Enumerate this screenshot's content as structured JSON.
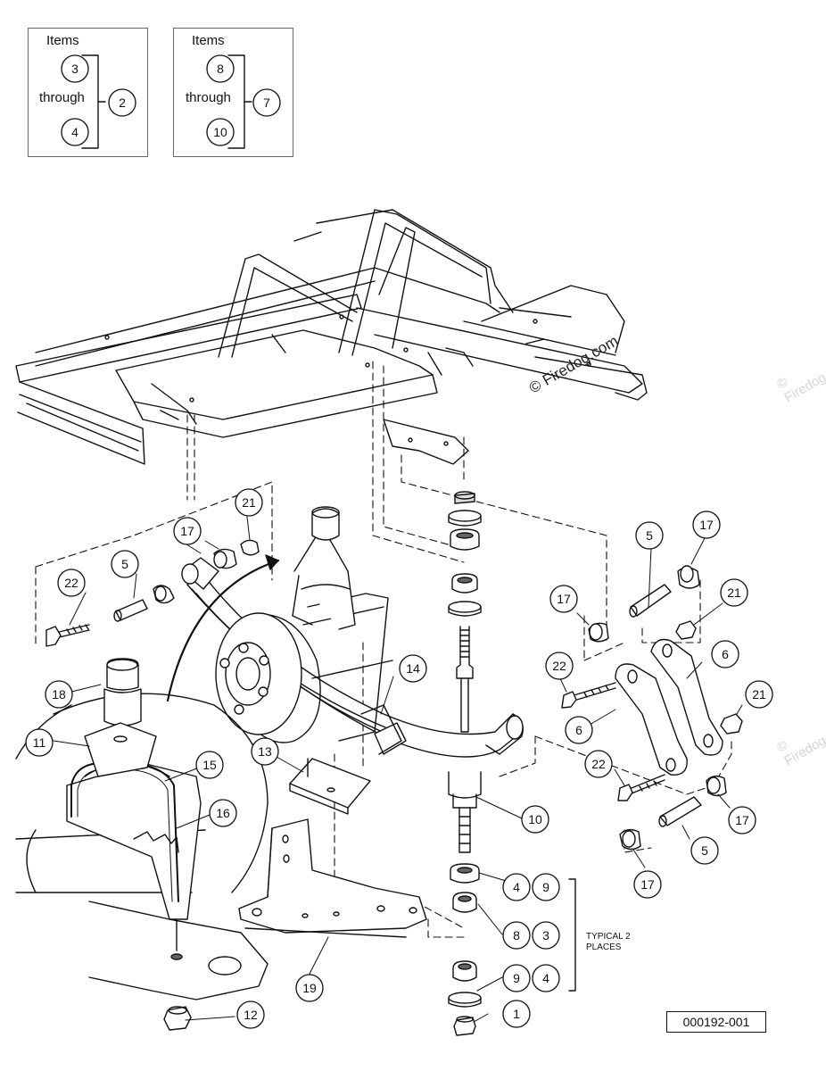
{
  "legends": [
    {
      "title": "Items",
      "top": "3",
      "through": "through",
      "bottom": "4",
      "target": "2"
    },
    {
      "title": "Items",
      "top": "8",
      "through": "through",
      "bottom": "10",
      "target": "7"
    }
  ],
  "watermark": "© Firedog.com",
  "faint_watermark": "© Firedog.com",
  "reference": "000192-001",
  "note": "TYPICAL 2 PLACES",
  "callouts": {
    "c1": "1",
    "c3": "3",
    "c4a": "4",
    "c4b": "4",
    "c5a": "5",
    "c5b": "5",
    "c5c": "5",
    "c6a": "6",
    "c6b": "6",
    "c8": "8",
    "c9a": "9",
    "c9b": "9",
    "c10": "10",
    "c11": "11",
    "c12": "12",
    "c13": "13",
    "c14": "14",
    "c15": "15",
    "c16": "16",
    "c17a": "17",
    "c17b": "17",
    "c17c": "17",
    "c17d": "17",
    "c17e": "17",
    "c18": "18",
    "c19": "19",
    "c21a": "21",
    "c21b": "21",
    "c21c": "21",
    "c22a": "22",
    "c22b": "22",
    "c22c": "22"
  }
}
